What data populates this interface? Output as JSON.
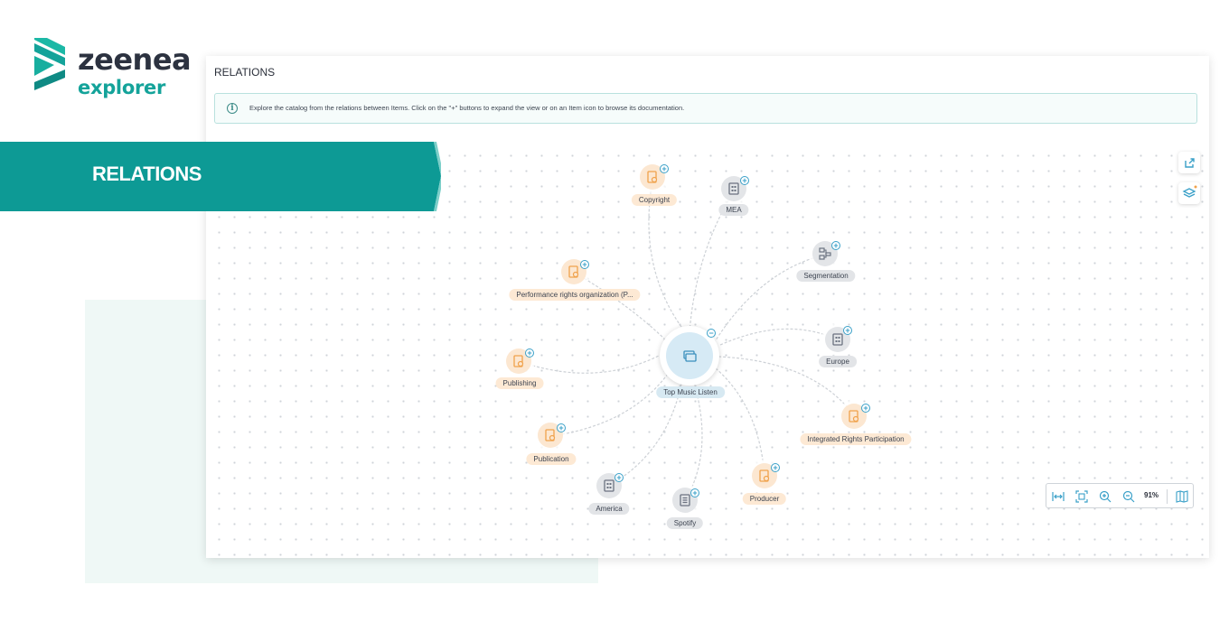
{
  "brand": {
    "name": "zeenea",
    "product": "explorer",
    "mark_color": "#14a39a"
  },
  "banner": {
    "label": "RELATIONS",
    "color": "#0d9a95"
  },
  "panel": {
    "title": "RELATIONS",
    "info_text": "Explore the catalog from the relations between Items. Click on the \"+\" buttons to expand the view or on an Item icon to browse its documentation."
  },
  "graph": {
    "center": {
      "label": "Top Music Listen",
      "icon": "dataset-icon",
      "control": "collapse-minus"
    },
    "nodes": [
      {
        "id": "copyright",
        "label": "Copyright",
        "type": "document",
        "color": "orange"
      },
      {
        "id": "mea",
        "label": "MEA",
        "type": "building",
        "color": "gray"
      },
      {
        "id": "segmentation",
        "label": "Segmentation",
        "type": "hierarchy",
        "color": "gray"
      },
      {
        "id": "pro",
        "label": "Performance rights organization (P...",
        "type": "document",
        "color": "orange"
      },
      {
        "id": "europe",
        "label": "Europe",
        "type": "building",
        "color": "gray"
      },
      {
        "id": "publishing",
        "label": "Publishing",
        "type": "document",
        "color": "orange"
      },
      {
        "id": "irp",
        "label": "Integrated Rights Participation",
        "type": "document",
        "color": "orange"
      },
      {
        "id": "publication",
        "label": "Publication",
        "type": "document",
        "color": "orange"
      },
      {
        "id": "producer",
        "label": "Producer",
        "type": "document",
        "color": "orange"
      },
      {
        "id": "america",
        "label": "America",
        "type": "building",
        "color": "gray"
      },
      {
        "id": "spotify",
        "label": "Spotify",
        "type": "list",
        "color": "gray"
      }
    ]
  },
  "toolbar": {
    "share": "share-icon",
    "layers": "layers-icon",
    "zoom_level": "91%",
    "controls": [
      "fit-width-icon",
      "fit-screen-icon",
      "zoom-in-icon",
      "zoom-out-icon",
      "map-icon"
    ]
  },
  "colors": {
    "orange_node": "#fce7d1",
    "gray_node": "#e3e5e8",
    "center_node": "#d6eaf5",
    "accent_blue": "#3aa0c8"
  }
}
